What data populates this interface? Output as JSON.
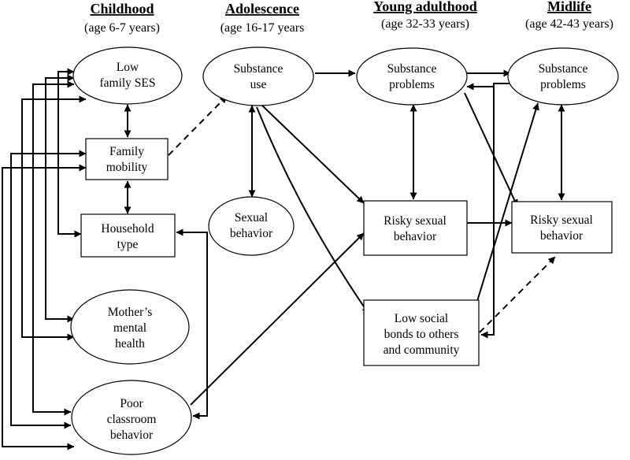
{
  "stages": {
    "childhood": {
      "title": "Childhood",
      "age": "(age 6-7 years)"
    },
    "adolescence": {
      "title": "Adolescence",
      "age": "(age 16-17 years"
    },
    "young_adulthood": {
      "title": "Young adulthood",
      "age": "(age 32-33 years)"
    },
    "midlife": {
      "title": "Midlife",
      "age": "(age 42-43 years)"
    }
  },
  "nodes": {
    "low_family_ses": {
      "line1": "Low",
      "line2": "family SES"
    },
    "family_mobility": {
      "line1": "Family",
      "line2": "mobility"
    },
    "household_type": {
      "line1": "Household",
      "line2": "type"
    },
    "mothers_mental_health": {
      "line1": "Mother’s",
      "line2": "mental",
      "line3": "health"
    },
    "poor_classroom_behavior": {
      "line1": "Poor",
      "line2": "classroom",
      "line3": "behavior"
    },
    "adolescent_substance_use": {
      "line1": "Substance",
      "line2": "use"
    },
    "adolescent_sexual_behavior": {
      "line1": "Sexual",
      "line2": "behavior"
    },
    "ya_substance_problems": {
      "line1": "Substance",
      "line2": "problems"
    },
    "ya_risky_sexual_behavior": {
      "line1": "Risky sexual",
      "line2": "behavior"
    },
    "ya_low_social_bonds": {
      "line1": "Low social",
      "line2": "bonds to others",
      "line3": "and community"
    },
    "ml_substance_problems": {
      "line1": "Substance",
      "line2": "problems"
    },
    "ml_risky_sexual_behavior": {
      "line1": "Risky sexual",
      "line2": "behavior"
    }
  }
}
